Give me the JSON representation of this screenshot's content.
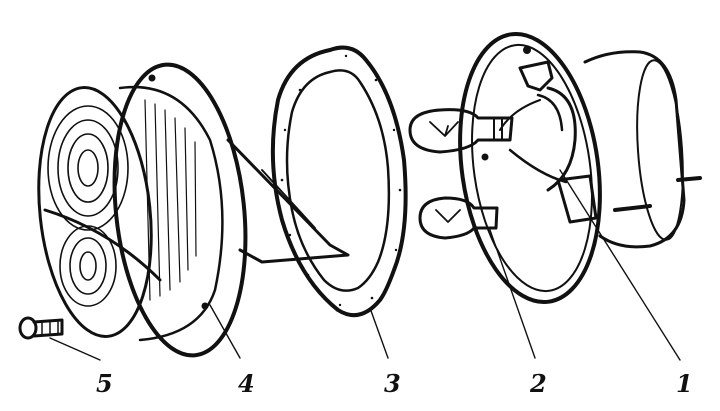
{
  "callouts": [
    {
      "id": "1",
      "text": "1"
    },
    {
      "id": "2",
      "text": "2"
    },
    {
      "id": "3",
      "text": "3"
    },
    {
      "id": "4",
      "text": "4"
    },
    {
      "id": "5",
      "text": "5"
    }
  ],
  "colors": {
    "ink": "#111111",
    "paper": "#ffffff"
  },
  "icons": [
    "lamp-housing-icon",
    "bulb-icon",
    "gasket-icon",
    "lens-icon",
    "screw-icon"
  ]
}
